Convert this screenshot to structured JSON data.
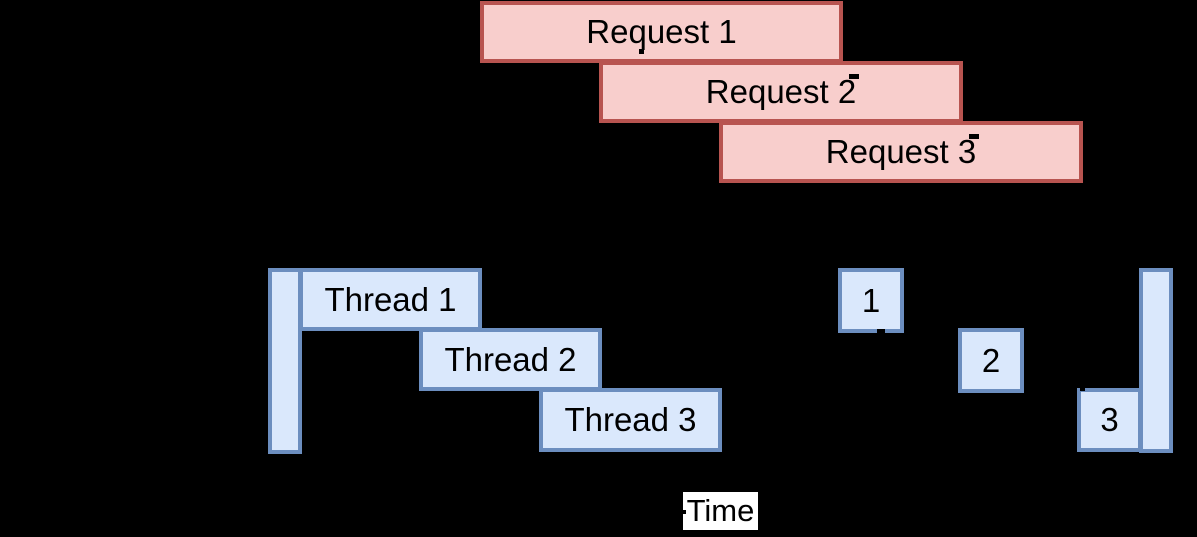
{
  "colors": {
    "background": "#000000",
    "request_fill": "#F8CECC",
    "request_stroke": "#B85450",
    "thread_fill": "#DAE8FC",
    "thread_stroke": "#6C8EBF",
    "text": "#000000",
    "time_label_bg": "#FFFFFF"
  },
  "requests": [
    {
      "label": "Request 1"
    },
    {
      "label": "Request 2"
    },
    {
      "label": "Request 3"
    }
  ],
  "threads": [
    {
      "label": "Thread 1"
    },
    {
      "label": "Thread 2"
    },
    {
      "label": "Thread 3"
    }
  ],
  "responses": [
    {
      "label": "1"
    },
    {
      "label": "2"
    },
    {
      "label": "3"
    }
  ],
  "axis": {
    "time_label": "Time"
  }
}
